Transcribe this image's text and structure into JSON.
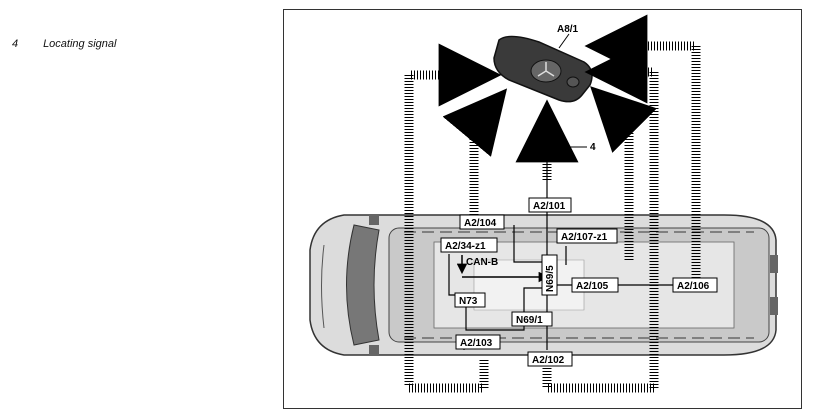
{
  "legend": {
    "number": "4",
    "text": "Locating signal"
  },
  "diagram": {
    "labels": {
      "key": "A8/1",
      "signal": "4",
      "a2_101": "A2/101",
      "a2_104": "A2/104",
      "a2_107": "A2/107-z1",
      "a2_34": "A2/34-z1",
      "canb": "CAN-B",
      "n73": "N73",
      "n69_5": "N69/5",
      "n69_1": "N69/1",
      "a2_105": "A2/105",
      "a2_106": "A2/106",
      "a2_103": "A2/103",
      "a2_102": "A2/102"
    },
    "colors": {
      "line": "#000000",
      "car_body": "#d9d9d9",
      "car_dark": "#8a8a8a",
      "frame": "#333333"
    }
  }
}
